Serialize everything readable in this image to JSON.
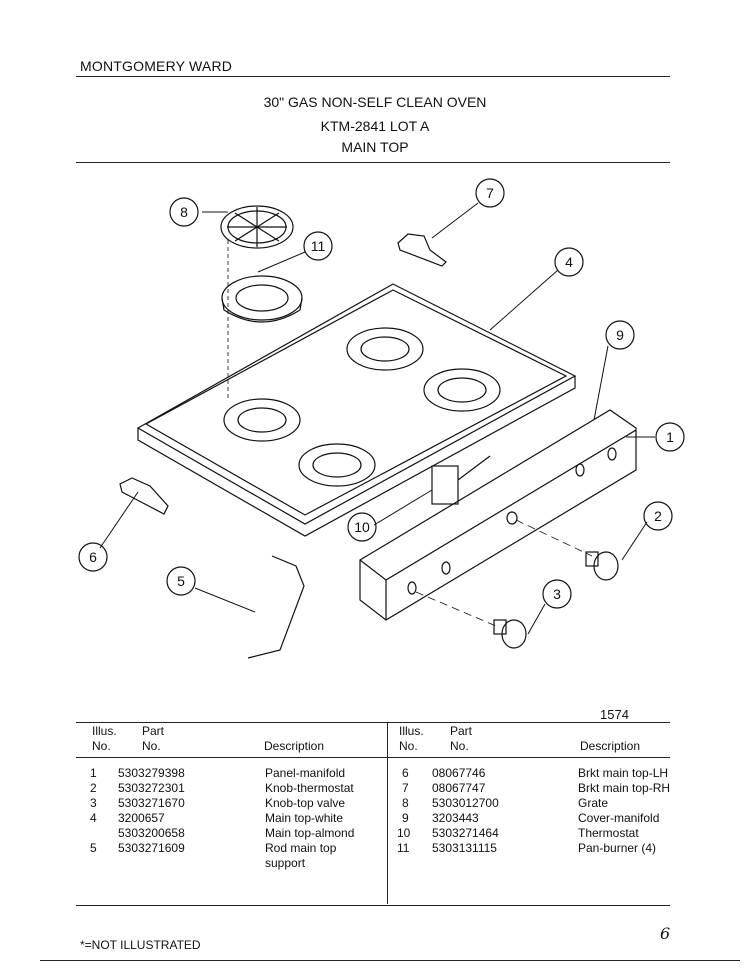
{
  "header": {
    "brand": "MONTGOMERY WARD",
    "title": "30\" GAS NON-SELF CLEAN OVEN",
    "model": "KTM-2841 LOT A",
    "section": "MAIN TOP"
  },
  "diagram": {
    "figure_number": "1574",
    "callouts": [
      "1",
      "2",
      "3",
      "4",
      "5",
      "6",
      "7",
      "8",
      "9",
      "10",
      "11"
    ]
  },
  "parts_table": {
    "headers": {
      "illus": "Illus.",
      "no": "No.",
      "part": "Part",
      "part_no": "No.",
      "description": "Description"
    },
    "left": [
      {
        "illus": "1",
        "part": "5303279398",
        "desc": "Panel-manifold"
      },
      {
        "illus": "2",
        "part": "5303272301",
        "desc": "Knob-thermostat"
      },
      {
        "illus": "3",
        "part": "5303271670",
        "desc": "Knob-top valve"
      },
      {
        "illus": "4",
        "part": "3200657",
        "desc": "Main top-white"
      },
      {
        "illus": "",
        "part": "5303200658",
        "desc": "Main top-almond"
      },
      {
        "illus": "5",
        "part": "5303271609",
        "desc": "Rod main top"
      },
      {
        "illus": "",
        "part": "",
        "desc": "support"
      }
    ],
    "right": [
      {
        "illus": "6",
        "part": "08067746",
        "desc": "Brkt main top-LH"
      },
      {
        "illus": "7",
        "part": "08067747",
        "desc": "Brkt main top-RH"
      },
      {
        "illus": "8",
        "part": "5303012700",
        "desc": "Grate"
      },
      {
        "illus": "9",
        "part": "3203443",
        "desc": "Cover-manifold"
      },
      {
        "illus": "10",
        "part": "5303271464",
        "desc": "Thermostat"
      },
      {
        "illus": "11",
        "part": "5303131115",
        "desc": "Pan-burner (4)"
      }
    ]
  },
  "footer": {
    "note": "*=NOT ILLUSTRATED",
    "handwritten": "6"
  }
}
